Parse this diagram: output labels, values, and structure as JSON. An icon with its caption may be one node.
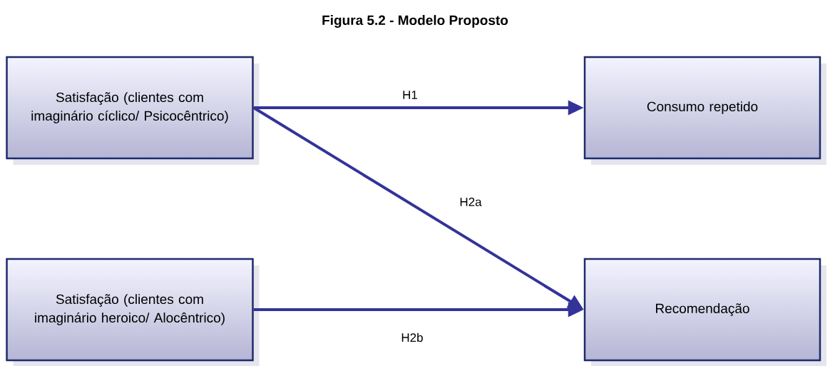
{
  "diagram": {
    "title": "Figura 5.2 - Modelo Proposto",
    "nodes": [
      {
        "text": [
          "Satisfação (clientes com imaginário cíclico/ Psicocêntrico)"
        ]
      },
      {
        "text": [
          "Consumo repetido"
        ]
      },
      {
        "text": [
          "Satisfação (clientes com imaginário heroico/ Alocêntrico)"
        ]
      },
      {
        "text": [
          "Recomendação"
        ]
      }
    ],
    "edges": [
      {
        "from": 0,
        "to": 1,
        "arrow": "to",
        "label": "H1"
      },
      {
        "from": 0,
        "to": 3,
        "arrow": "to",
        "label": "H2a"
      },
      {
        "from": 2,
        "to": 3,
        "arrow": "to",
        "label": "H2b"
      }
    ]
  }
}
